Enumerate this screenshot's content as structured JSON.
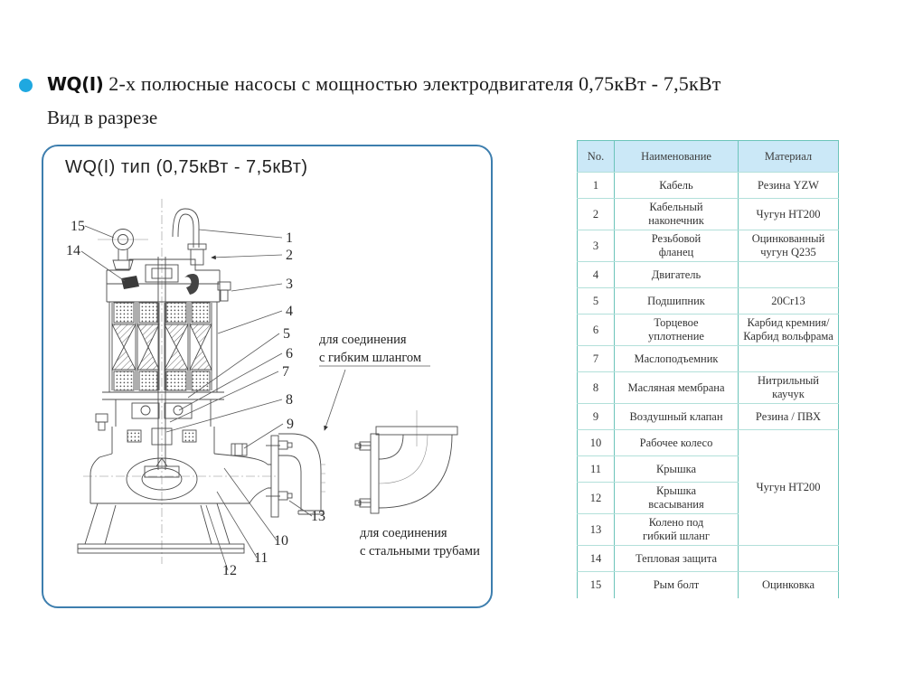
{
  "page": {
    "title_prefix": "WQ(I)",
    "title_rest": "2-х полюсные насосы с мощностью электродвигателя 0,75кВт - 7,5кВт",
    "subtitle": "Вид в разрезе",
    "accent_color": "#1fa8e0"
  },
  "diagram": {
    "panel_title": "WQ(I) тип  (0,75кВт - 7,5кВт)",
    "annotation_hose_line1": "для соединения",
    "annotation_hose_line2": "с гибким шлангом",
    "annotation_steel_line1": "для соединения",
    "annotation_steel_line2": "с стальными трубами",
    "callouts": {
      "c1": "1",
      "c2": "2",
      "c3": "3",
      "c4": "4",
      "c5": "5",
      "c6": "6",
      "c7": "7",
      "c8": "8",
      "c9": "9",
      "c10": "10",
      "c11": "11",
      "c12": "12",
      "c13": "13",
      "c14": "14",
      "c15": "15"
    }
  },
  "table": {
    "headers": {
      "no": "No.",
      "name": "Наименование",
      "material": "Материал"
    },
    "merged_material": "Чугун HT200",
    "rows": [
      {
        "no": "1",
        "name": "Кабель",
        "material": "Резина YZW"
      },
      {
        "no": "2",
        "name": "Кабельный\nнаконечник",
        "material": "Чугун HT200"
      },
      {
        "no": "3",
        "name": "Резьбовой\nфланец",
        "material": "Оцинкованный\nчугун Q235"
      },
      {
        "no": "4",
        "name": "Двигатель",
        "material": ""
      },
      {
        "no": "5",
        "name": "Подшипник",
        "material": "20Cr13"
      },
      {
        "no": "6",
        "name": "Торцевое\nуплотнение",
        "material": "Карбид кремния/\nКарбид вольфрама"
      },
      {
        "no": "7",
        "name": "Маслоподъемник",
        "material": ""
      },
      {
        "no": "8",
        "name": "Масляная мембрана",
        "material": "Нитрильный\nкаучук"
      },
      {
        "no": "9",
        "name": "Воздушный клапан",
        "material": "Резина / ПВХ"
      },
      {
        "no": "10",
        "name": "Рабочее колесо"
      },
      {
        "no": "11",
        "name": "Крышка"
      },
      {
        "no": "12",
        "name": "Крышка\nвсасывания"
      },
      {
        "no": "13",
        "name": "Колено под\nгибкий шланг"
      },
      {
        "no": "14",
        "name": "Тепловая защита",
        "material": ""
      },
      {
        "no": "15",
        "name": "Рым болт",
        "material": "Оцинковка"
      }
    ],
    "grid_color": "#6cc4ba",
    "header_bg": "#cbe8f7"
  }
}
